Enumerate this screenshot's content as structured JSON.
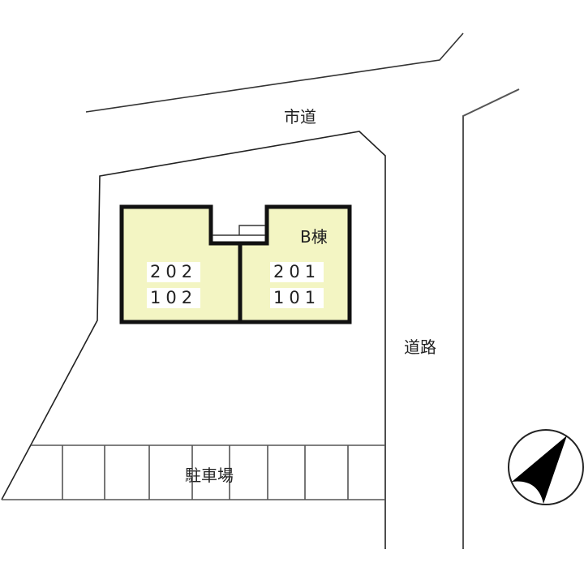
{
  "labels": {
    "city_road": "市道",
    "road": "道路",
    "parking": "駐車場",
    "building": "B棟"
  },
  "units": {
    "left": [
      "202",
      "102"
    ],
    "right": [
      "201",
      "101"
    ]
  },
  "colors": {
    "building_fill": "#f3f5c3",
    "building_border": "#111111",
    "line": "#333333"
  },
  "compass": {
    "icon": "north-arrow-icon",
    "direction": "north-east"
  },
  "parking_stalls": 9
}
